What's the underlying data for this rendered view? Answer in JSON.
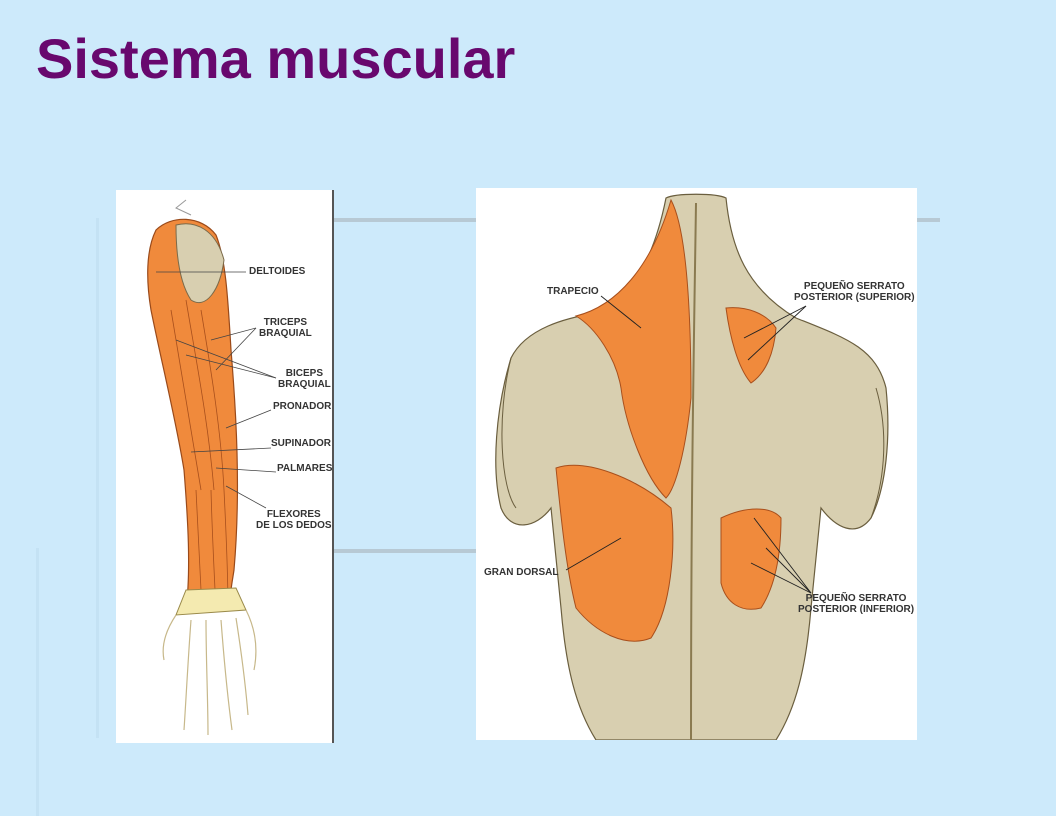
{
  "slide": {
    "title": "Sistema muscular",
    "colors": {
      "background": "#cdeafb",
      "title": "#68086e",
      "muscle_highlight": "#f08a3c",
      "muscle_other": "#d8cfb0"
    }
  },
  "arm_figure": {
    "labels": {
      "deltoides": "DELTOIDES",
      "triceps": "TRICEPS\nBRAQUIAL",
      "biceps": "BICEPS\nBRAQUIAL",
      "pronador": "PRONADOR",
      "supinador": "SUPINADOR",
      "palmares": "PALMARES",
      "flexores": "FLEXORES\nDE LOS DEDOS"
    }
  },
  "back_figure": {
    "labels": {
      "trapecio": "TRAPECIO",
      "serrato_superior": "PEQUEÑO SERRATO\nPOSTERIOR (SUPERIOR)",
      "gran_dorsal": "GRAN DORSAL",
      "serrato_inferior": "PEQUEÑO SERRATO\nPOSTERIOR (INFERIOR)"
    }
  }
}
